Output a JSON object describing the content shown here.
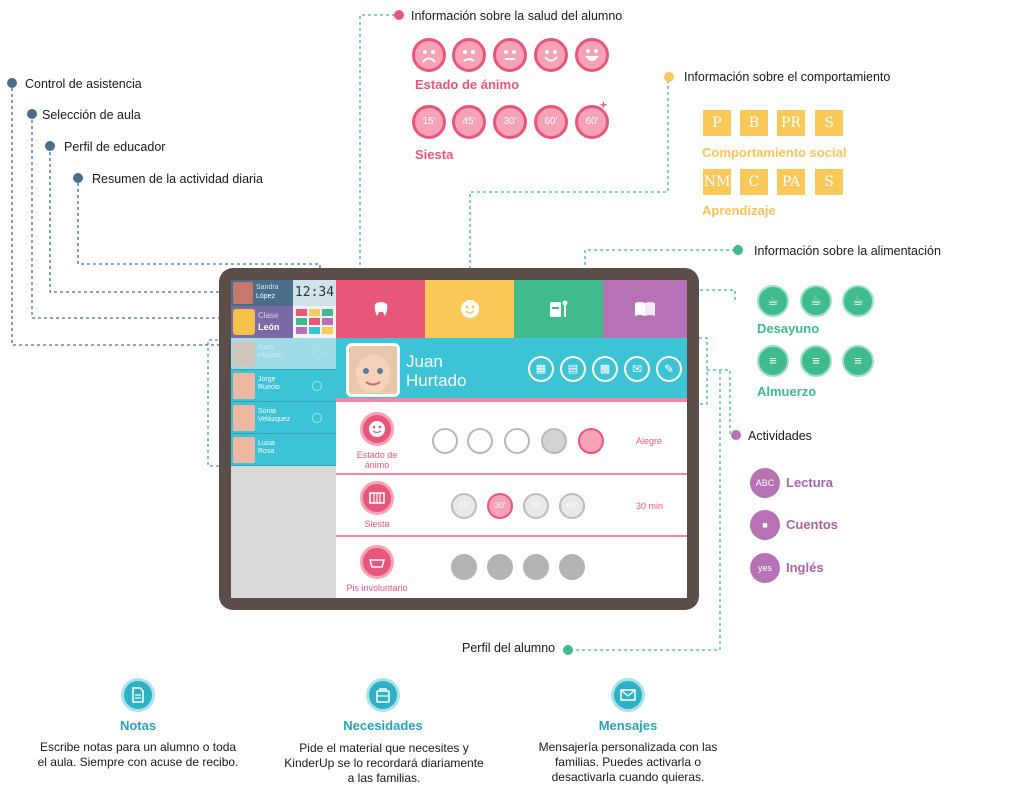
{
  "callouts": {
    "attendance": "Control de asistencia",
    "classroom": "Selección de aula",
    "educator": "Perfil de educador",
    "summary": "Resumen de la actividad diaria",
    "health": "Información sobre la salud del alumno",
    "behaviour": "Información sobre el comportamiento",
    "food": "Información sobre la alimentación",
    "activities": "Actividades",
    "student_profile": "Perfil del alumno"
  },
  "health": {
    "mood_title": "Estado de ánimo",
    "nap_title": "Siesta",
    "nap_options": [
      "15'",
      "45'",
      "30'",
      "60'",
      "60'"
    ]
  },
  "behaviour": {
    "social_codes": [
      "P",
      "B",
      "PR",
      "S"
    ],
    "social_title": "Comportamiento social",
    "learning_codes": [
      "NM",
      "C",
      "PA",
      "S"
    ],
    "learning_title": "Aprendizaje"
  },
  "food": {
    "breakfast_title": "Desayuno",
    "lunch_title": "Almuerzo"
  },
  "activities": {
    "items": [
      "Lectura",
      "Cuentos",
      "Inglés"
    ],
    "icon_texts": [
      "ABC",
      "",
      "yes"
    ]
  },
  "tablet": {
    "educator_name_1": "Sandra",
    "educator_name_2": "López",
    "clock": "12:34",
    "class_label": "Clase",
    "class_name": "León",
    "students": [
      {
        "n1": "Juan",
        "n2": "Hurtado"
      },
      {
        "n1": "Jorge",
        "n2": "Ruecio"
      },
      {
        "n1": "Sonia",
        "n2": "Velázquez"
      },
      {
        "n1": "Lucia",
        "n2": "Rosa"
      }
    ],
    "student_first": "Juan",
    "student_last": "Hurtado",
    "row_mood_1": "Estado de",
    "row_mood_2": "ánimo",
    "mood_value": "Alegre",
    "row_nap": "Siesta",
    "nap_value": "30 min",
    "nap_clocks": [
      "15'",
      "30'",
      "30'",
      "60'"
    ],
    "row_pee": "Pis involuntario"
  },
  "bottom": {
    "notes_title": "Notas",
    "notes_text_1": "Escribe notas para un alumno o toda",
    "notes_text_2": "el aula. Siempre con acuse de recibo.",
    "needs_title": "Necesidades",
    "needs_text_1": "Pide el material que necesites y",
    "needs_text_2": "KinderUp se lo recordará diariamente",
    "needs_text_3": "a las familias.",
    "msg_title": "Mensajes",
    "msg_text_1": "Mensajería personalizada con las",
    "msg_text_2": "familias. Puedes activarla o",
    "msg_text_3": "desactivarla cuando quieras."
  },
  "colors": {
    "pink": "#e8577a",
    "yellow": "#f9c95a",
    "green": "#3fbb8e",
    "purple": "#b772b5",
    "cyan": "#3cc3d6",
    "navy": "#4a6d8c",
    "tablet_frame": "#5b4e49"
  }
}
